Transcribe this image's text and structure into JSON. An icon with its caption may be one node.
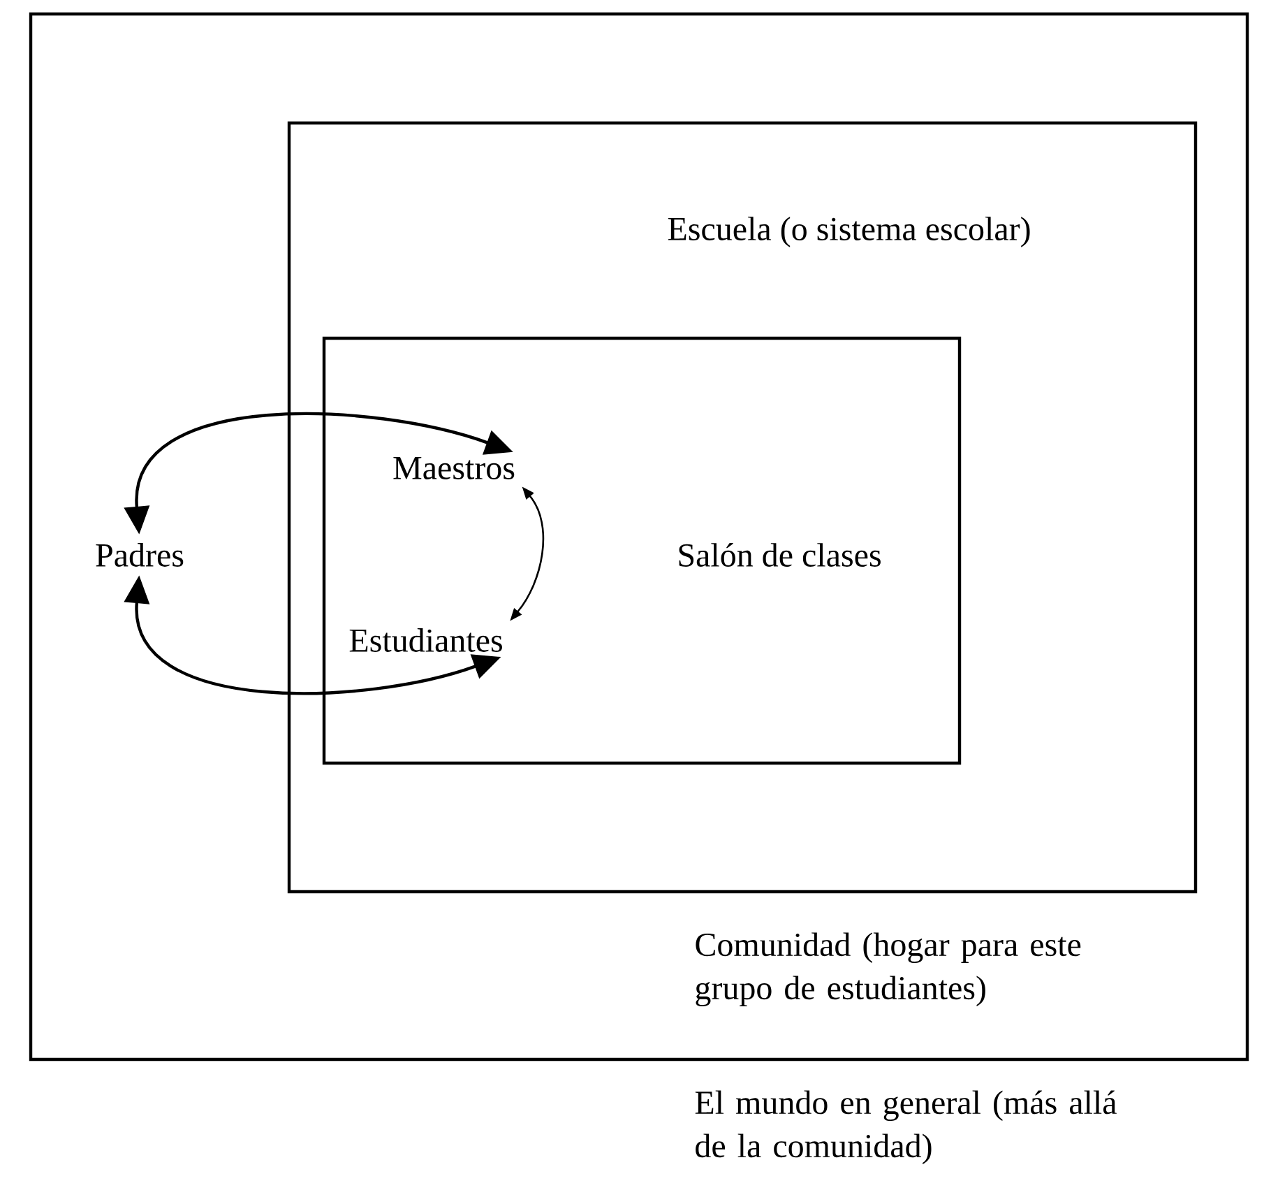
{
  "diagram": {
    "nodes": [
      {
        "text": [
          "Comunidad (hogar para este grupo de estudiantes)"
        ]
      },
      {
        "text": [
          "Escuela (o sistema escolar)"
        ],
        "in": 0
      },
      {
        "text": [
          "Salón de clases"
        ],
        "in": 1
      },
      {
        "text": [
          "Padres"
        ],
        "in": 0
      },
      {
        "text": [
          "Maestros"
        ],
        "in": 2
      },
      {
        "text": [
          "Estudiantes"
        ],
        "in": 2
      }
    ],
    "edges": [
      {
        "from": 3,
        "to": 4,
        "arrow": "both"
      },
      {
        "from": 3,
        "to": 5,
        "arrow": "both"
      },
      {
        "from": 4,
        "to": 5,
        "arrow": "both"
      }
    ],
    "labels": [
      "El mundo en general (más allá de la comunidad)"
    ]
  }
}
